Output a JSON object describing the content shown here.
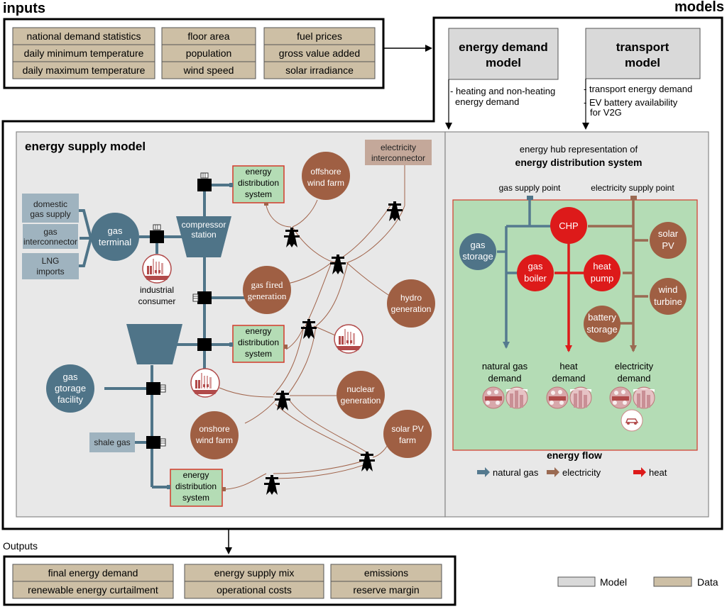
{
  "inputs": {
    "title": "inputs",
    "groups": [
      [
        "national demand statistics",
        "daily minimum temperature",
        "daily maximum temperature"
      ],
      [
        "floor area",
        "population",
        "wind speed"
      ],
      [
        "fuel prices",
        "gross value added",
        "solar irradiance"
      ]
    ]
  },
  "models": {
    "title": "models",
    "energy_demand_model": {
      "line1": "energy demand",
      "line2": "model",
      "output_1": "heating and non-heating",
      "output_2": "energy demand"
    },
    "transport_model": {
      "line1": "transport",
      "line2": "model",
      "output_1": "transport energy demand",
      "output_2": "EV battery availability",
      "output_3": "for V2G"
    }
  },
  "supply": {
    "title": "energy supply model",
    "domestic_gas_supply": [
      "domestic",
      "gas supply"
    ],
    "gas_interconnector": [
      "gas",
      "interconnector"
    ],
    "lng_imports": [
      "LNG",
      "imports"
    ],
    "gas_terminal": [
      "gas",
      "terminal"
    ],
    "compressor_station": [
      "compressor",
      "station"
    ],
    "industrial_consumer": [
      "industrial",
      "consumer"
    ],
    "gas_storage_facility": [
      "gas",
      "gtorage",
      "facility"
    ],
    "shale_gas": "shale gas",
    "eds": [
      "energy",
      "distribution",
      "system"
    ],
    "offshore_wind_farm": [
      "offshore",
      "wind farm"
    ],
    "electricity_interconnector": [
      "electricity",
      "interconnector"
    ],
    "gas_fired_generation": [
      "gas fired",
      "generation"
    ],
    "hydro_generation": [
      "hydro",
      "generation"
    ],
    "nuclear_generation": [
      "nuclear",
      "generation"
    ],
    "onshore_wind_farm": [
      "onshore",
      "wind farm"
    ],
    "solar_pv_farm": [
      "solar PV",
      "farm"
    ]
  },
  "hub": {
    "title_1": "energy hub representation of",
    "title_2": "energy distribution system",
    "gas_supply_point": "gas supply point",
    "electricity_supply_point": "electricity supply point",
    "chp": "CHP",
    "gas_storage": [
      "gas",
      "storage"
    ],
    "gas_boiler": [
      "gas",
      "boiler"
    ],
    "heat_pump": [
      "heat",
      "pump"
    ],
    "solar_pv": [
      "solar",
      "PV"
    ],
    "wind_turbine": [
      "wind",
      "turbine"
    ],
    "battery_storage": [
      "battery",
      "storage"
    ],
    "natural_gas_demand": [
      "natural gas",
      "demand"
    ],
    "heat_demand": [
      "heat",
      "demand"
    ],
    "electricity_demand": [
      "electricity",
      "demand"
    ],
    "energy_flow_title": "energy flow",
    "legend": [
      {
        "label": "natural gas",
        "color": "#557a8f"
      },
      {
        "label": "electricity",
        "color": "#9a6a52"
      },
      {
        "label": "heat",
        "color": "#dd1a1a"
      }
    ]
  },
  "outputs": {
    "title": "Outputs",
    "groups": [
      [
        "final energy demand",
        "renewable energy curtailment"
      ],
      [
        "energy supply mix",
        "operational costs"
      ],
      [
        "emissions",
        "reserve margin"
      ]
    ]
  },
  "legend": {
    "model": "Model",
    "data": "Data"
  },
  "colors": {
    "data_fill": "#cdbfa5",
    "model_fill": "#d9d9d9",
    "gas": "#4f7488",
    "gas_source": "#9fb3bf",
    "generation": "#9f5f43",
    "heat": "#dd1a1a",
    "eds_fill": "#b4dcb5",
    "eds_border": "#d33a2a",
    "panel": "#e8e8e8",
    "interconnector": "#c4a89a"
  }
}
